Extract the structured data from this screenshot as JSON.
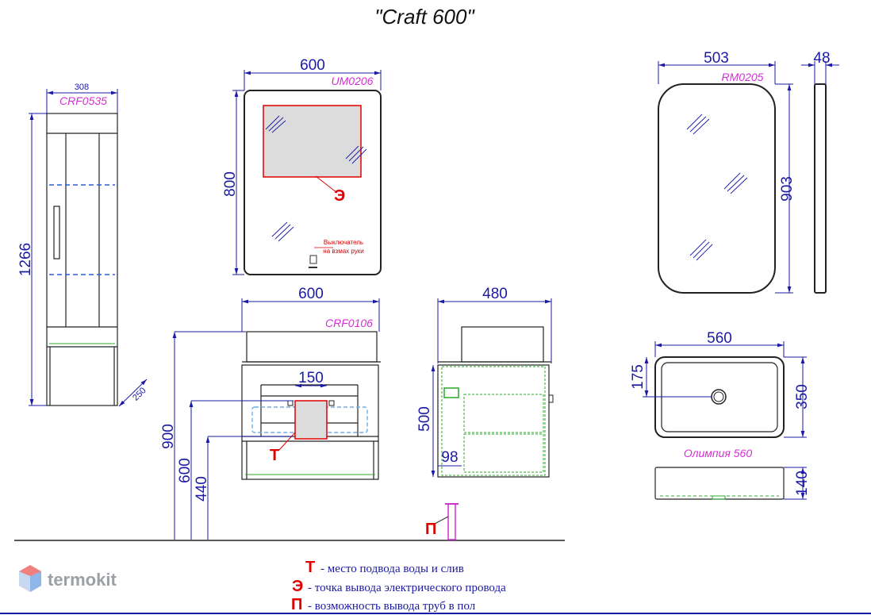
{
  "title": "\"Craft 600\"",
  "cabinet_tall": {
    "code": "CRF0535",
    "width": "308",
    "height": "1266",
    "depth": "250"
  },
  "mirror": {
    "code": "UM0206",
    "width": "600",
    "height": "800",
    "switch_note_line1": "Выключатель",
    "switch_note_line2": "на взмах руки",
    "mark": "Э"
  },
  "mirror_round": {
    "code": "RM0205",
    "width": "503",
    "height": "903",
    "depth": "48"
  },
  "vanity": {
    "code": "CRF0106",
    "width": "600",
    "inner_width": "150",
    "h_total": "900",
    "h_mid": "600",
    "h_low": "440",
    "mark": "Т"
  },
  "vanity_side": {
    "depth": "480",
    "height": "500",
    "offset": "98"
  },
  "sink": {
    "name": "Олимпия 560",
    "width": "560",
    "depth": "350",
    "drain": "175",
    "height": "140"
  },
  "pipe_mark": "П",
  "legend": [
    {
      "mark": "Т",
      "text": "- место подвода воды и слив"
    },
    {
      "mark": "Э",
      "text": "- точка вывода электрического провода"
    },
    {
      "mark": "П",
      "text": "- возможность вывода труб в пол"
    }
  ],
  "brand": "termokit"
}
